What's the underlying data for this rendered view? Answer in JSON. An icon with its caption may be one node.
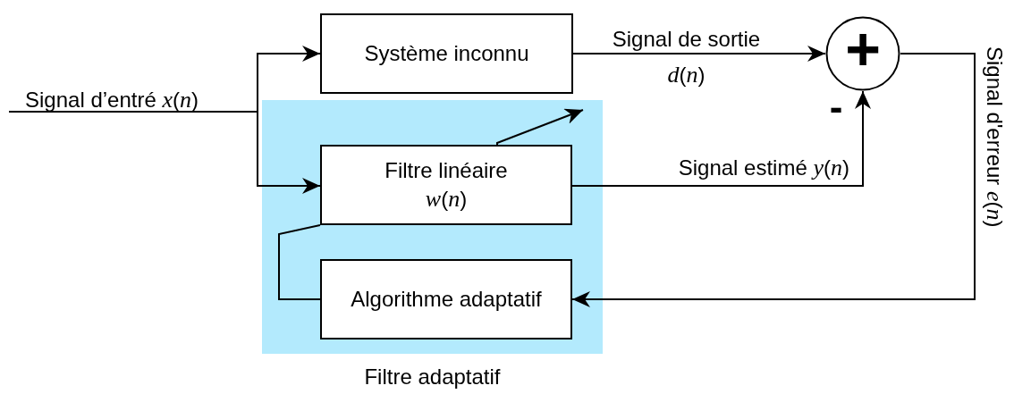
{
  "diagram": {
    "nodes": [
      {
        "text": [
          "Système inconnu"
        ]
      },
      {
        "text": [
          "+"
        ],
        "beside": [
          "-"
        ]
      },
      {
        "text": [
          "Filtre adaptatif"
        ]
      },
      {
        "text": [
          "Filtre linéaire",
          "*w*(*n*)"
        ],
        "in": 2
      },
      {
        "text": [
          "Algorithme adaptatif"
        ],
        "in": 2
      }
    ],
    "edges": [
      {
        "from": null,
        "to": 0,
        "arrow": "to",
        "label": "Signal d’entré *x*(*n*)"
      },
      {
        "from": null,
        "to": 3,
        "arrow": "to"
      },
      {
        "from": 0,
        "to": 1,
        "arrow": "to",
        "label": "Signal de sortie *d*(*n*)"
      },
      {
        "from": 3,
        "to": 1,
        "arrow": "to",
        "label": "Signal estimé *y*(*n*)"
      },
      {
        "from": 1,
        "to": 4,
        "arrow": "to",
        "label": "Signal d'erreur *e*(*n*)"
      },
      {
        "from": 4,
        "to": 3,
        "arrow": "none"
      },
      {
        "from": 3,
        "to": null,
        "arrow": "to"
      }
    ]
  }
}
